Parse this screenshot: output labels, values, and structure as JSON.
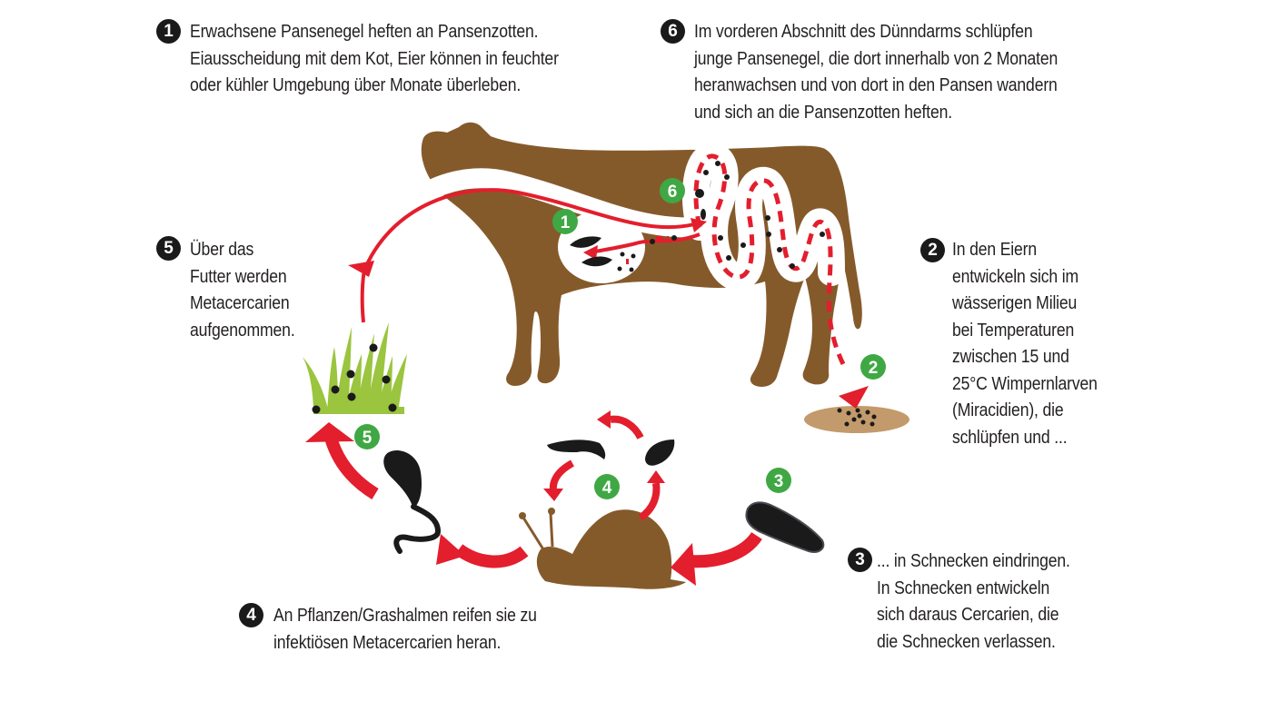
{
  "colors": {
    "cow_brown": "#855a2b",
    "arrow_red": "#e31e2d",
    "grass_green": "#9bc43f",
    "badge_green": "#3fa844",
    "badge_black": "#1a1a1a",
    "dung_tan": "#c39a6b",
    "text": "#231f20"
  },
  "steps": [
    {
      "number": "1",
      "lines": [
        "Erwachsene Pansenegel heften an Pansenzotten.",
        "Eiausscheidung mit dem Kot, Eier können in feuchter",
        "oder kühler Umgebung über Monate überleben."
      ]
    },
    {
      "number": "2",
      "lines": [
        "In den Eiern",
        "entwickeln sich im",
        "wässerigen Milieu",
        "bei Temperaturen",
        "zwischen 15 und",
        "25°C Wimpernlarven",
        "(Miracidien), die",
        "schlüpfen und ..."
      ]
    },
    {
      "number": "3",
      "lines": [
        "... in Schnecken eindringen.",
        "In Schnecken entwickeln",
        "sich daraus Cercarien, die",
        "die Schnecken verlassen."
      ]
    },
    {
      "number": "4",
      "lines": [
        "An Pflanzen/Grashalmen reifen sie zu",
        "infektiösen Metacercarien heran."
      ]
    },
    {
      "number": "5",
      "lines": [
        "Über das",
        "Futter werden",
        "Metacercarien",
        "aufgenommen."
      ]
    },
    {
      "number": "6",
      "lines": [
        "Im vorderen Abschnitt des Dünndarms schlüpfen",
        "junge Pansenegel, die dort innerhalb von 2 Monaten",
        "heranwachsen und von dort in den Pansen wandern",
        "und sich an die Pansenzotten heften."
      ]
    }
  ],
  "diagram_labels": {
    "cow_rumen": "1",
    "dung": "2",
    "miracidium": "3",
    "snail": "4",
    "grass": "5",
    "intestine": "6"
  }
}
